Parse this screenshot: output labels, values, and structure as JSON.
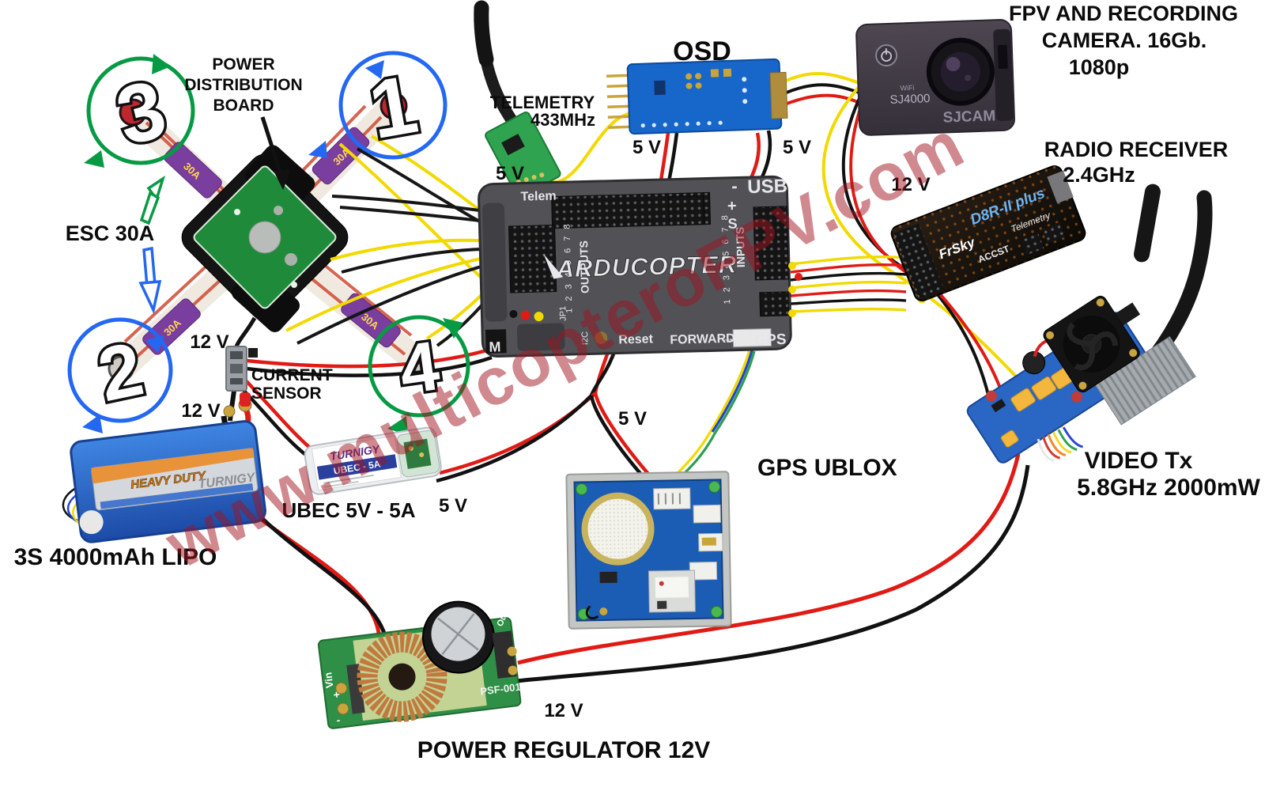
{
  "watermark": "www.multicopteroFPV.com",
  "motors": {
    "m1": "1",
    "m2": "2",
    "m3": "3",
    "m4": "4"
  },
  "labels": {
    "pdb": [
      "POWER",
      "DISTRIBUTION",
      "BOARD"
    ],
    "esc": "ESC 30A",
    "telemetry": [
      "TELEMETRY",
      "433MHz"
    ],
    "osd": "OSD",
    "camera": [
      "FPV AND RECORDING",
      "CAMERA. 16Gb.",
      "1080p"
    ],
    "receiver": [
      "RADIO RECEIVER",
      "2.4GHz"
    ],
    "video_tx": [
      "VIDEO Tx",
      "5.8GHz 2000mW"
    ],
    "gps": "GPS UBLOX",
    "current_sensor": [
      "CURRENT",
      "SENSOR"
    ],
    "lipo": "3S 4000mAh LIPO",
    "ubec": "UBEC 5V - 5A",
    "regulator": "POWER REGULATOR 12V"
  },
  "voltages": {
    "telemetry_5v": "5 V",
    "osd_left_5v": "5 V",
    "osd_right_5v": "5 V",
    "receiver_12v": "12 V",
    "sensor_top_12v": "12 V",
    "sensor_bottom_12v": "12 V",
    "ubec_out_5v": "5 V",
    "gps_5v": "5 V",
    "regulator_out_12v": "12 V"
  },
  "device_text": {
    "apm": {
      "logo": "ARDUCOPTER",
      "telem": "Telem",
      "usb": "USB",
      "usb_minus": "-",
      "usb_plus": "+",
      "usb_s": "S",
      "outputs": "OUTPUTS",
      "outputs_numbers": "1 2 3 4 5 6 7 8",
      "inputs": "INPUTS",
      "inputs_numbers": "1 2 3 4 5 6 7 8",
      "jp1": "JP1",
      "i2c": "I2C",
      "reset": "Reset",
      "forward": "FORWARD",
      "forward_arrow": "→",
      "gps_port": "GPS",
      "pm_port": "M"
    },
    "camera": {
      "wifi": "WiFi",
      "model": "SJ4000",
      "brand": "SJCAM"
    },
    "receiver": {
      "brand": "FrSky",
      "model": "D8R-II plus",
      "accst": "ACCST",
      "telemetry": "Telemetry"
    },
    "ubec": {
      "brand": "TURNIGY",
      "model": "UBEC - 5A"
    },
    "battery": {
      "brand": "HEAVY DUTY"
    },
    "regulator": {
      "vin": "Vin",
      "out": "Out",
      "model": "PSF-001",
      "plus": "+",
      "minus": "-"
    },
    "esc_patch": "30A"
  }
}
